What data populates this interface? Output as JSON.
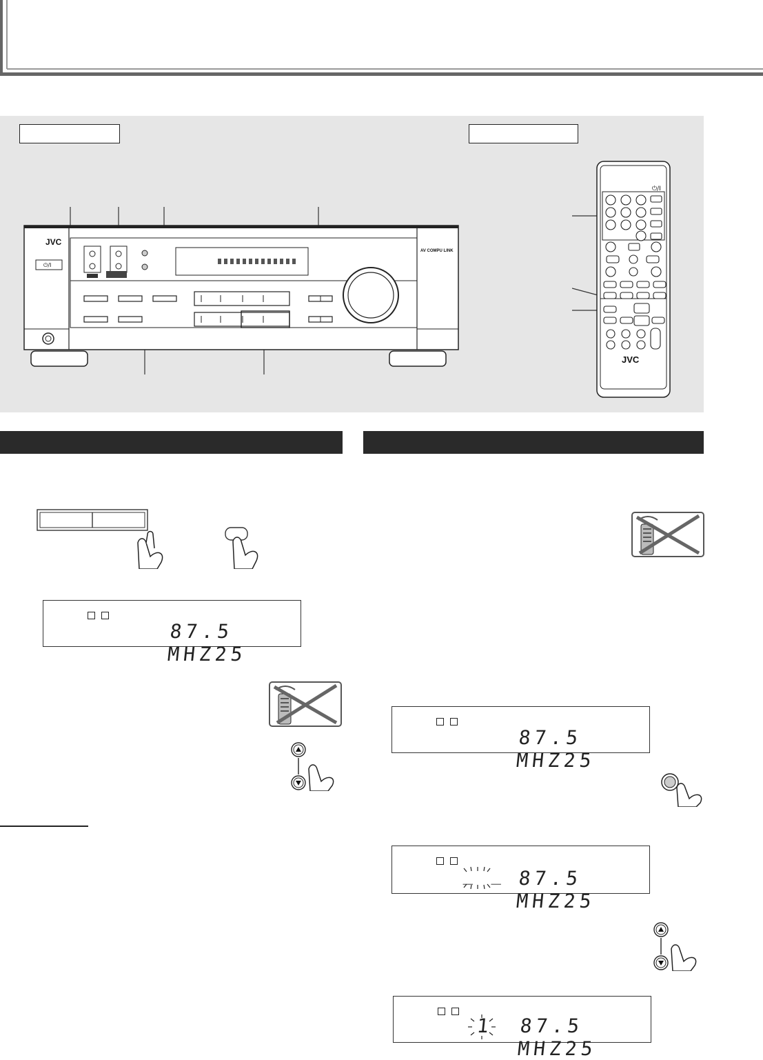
{
  "manual": {
    "colors": {
      "panel_bg": "#e6e6e6",
      "section_bar": "#2a2a2a",
      "frame": "#555555"
    },
    "icons": [
      "hand-press-icon",
      "remote-not-usable-icon",
      "up-down-button-icon",
      "jvc-logo"
    ],
    "brand": "JVC",
    "remote_brand": "JVC",
    "front_panel_marks": {
      "compu_link": "AV COMPU LINK",
      "power_symbol": "⏻/I"
    },
    "remote_marks": {
      "power_symbol": "⏻/I"
    },
    "display_readouts": [
      {
        "id": "display-1",
        "text": "87.5  MHZ25"
      },
      {
        "id": "display-2",
        "text": "87.5  MHZ25"
      },
      {
        "id": "display-3",
        "text": "87.5  MHZ25",
        "blink": "_ _"
      },
      {
        "id": "display-4",
        "text": "87.5  MHZ25",
        "blink": "1"
      }
    ]
  }
}
